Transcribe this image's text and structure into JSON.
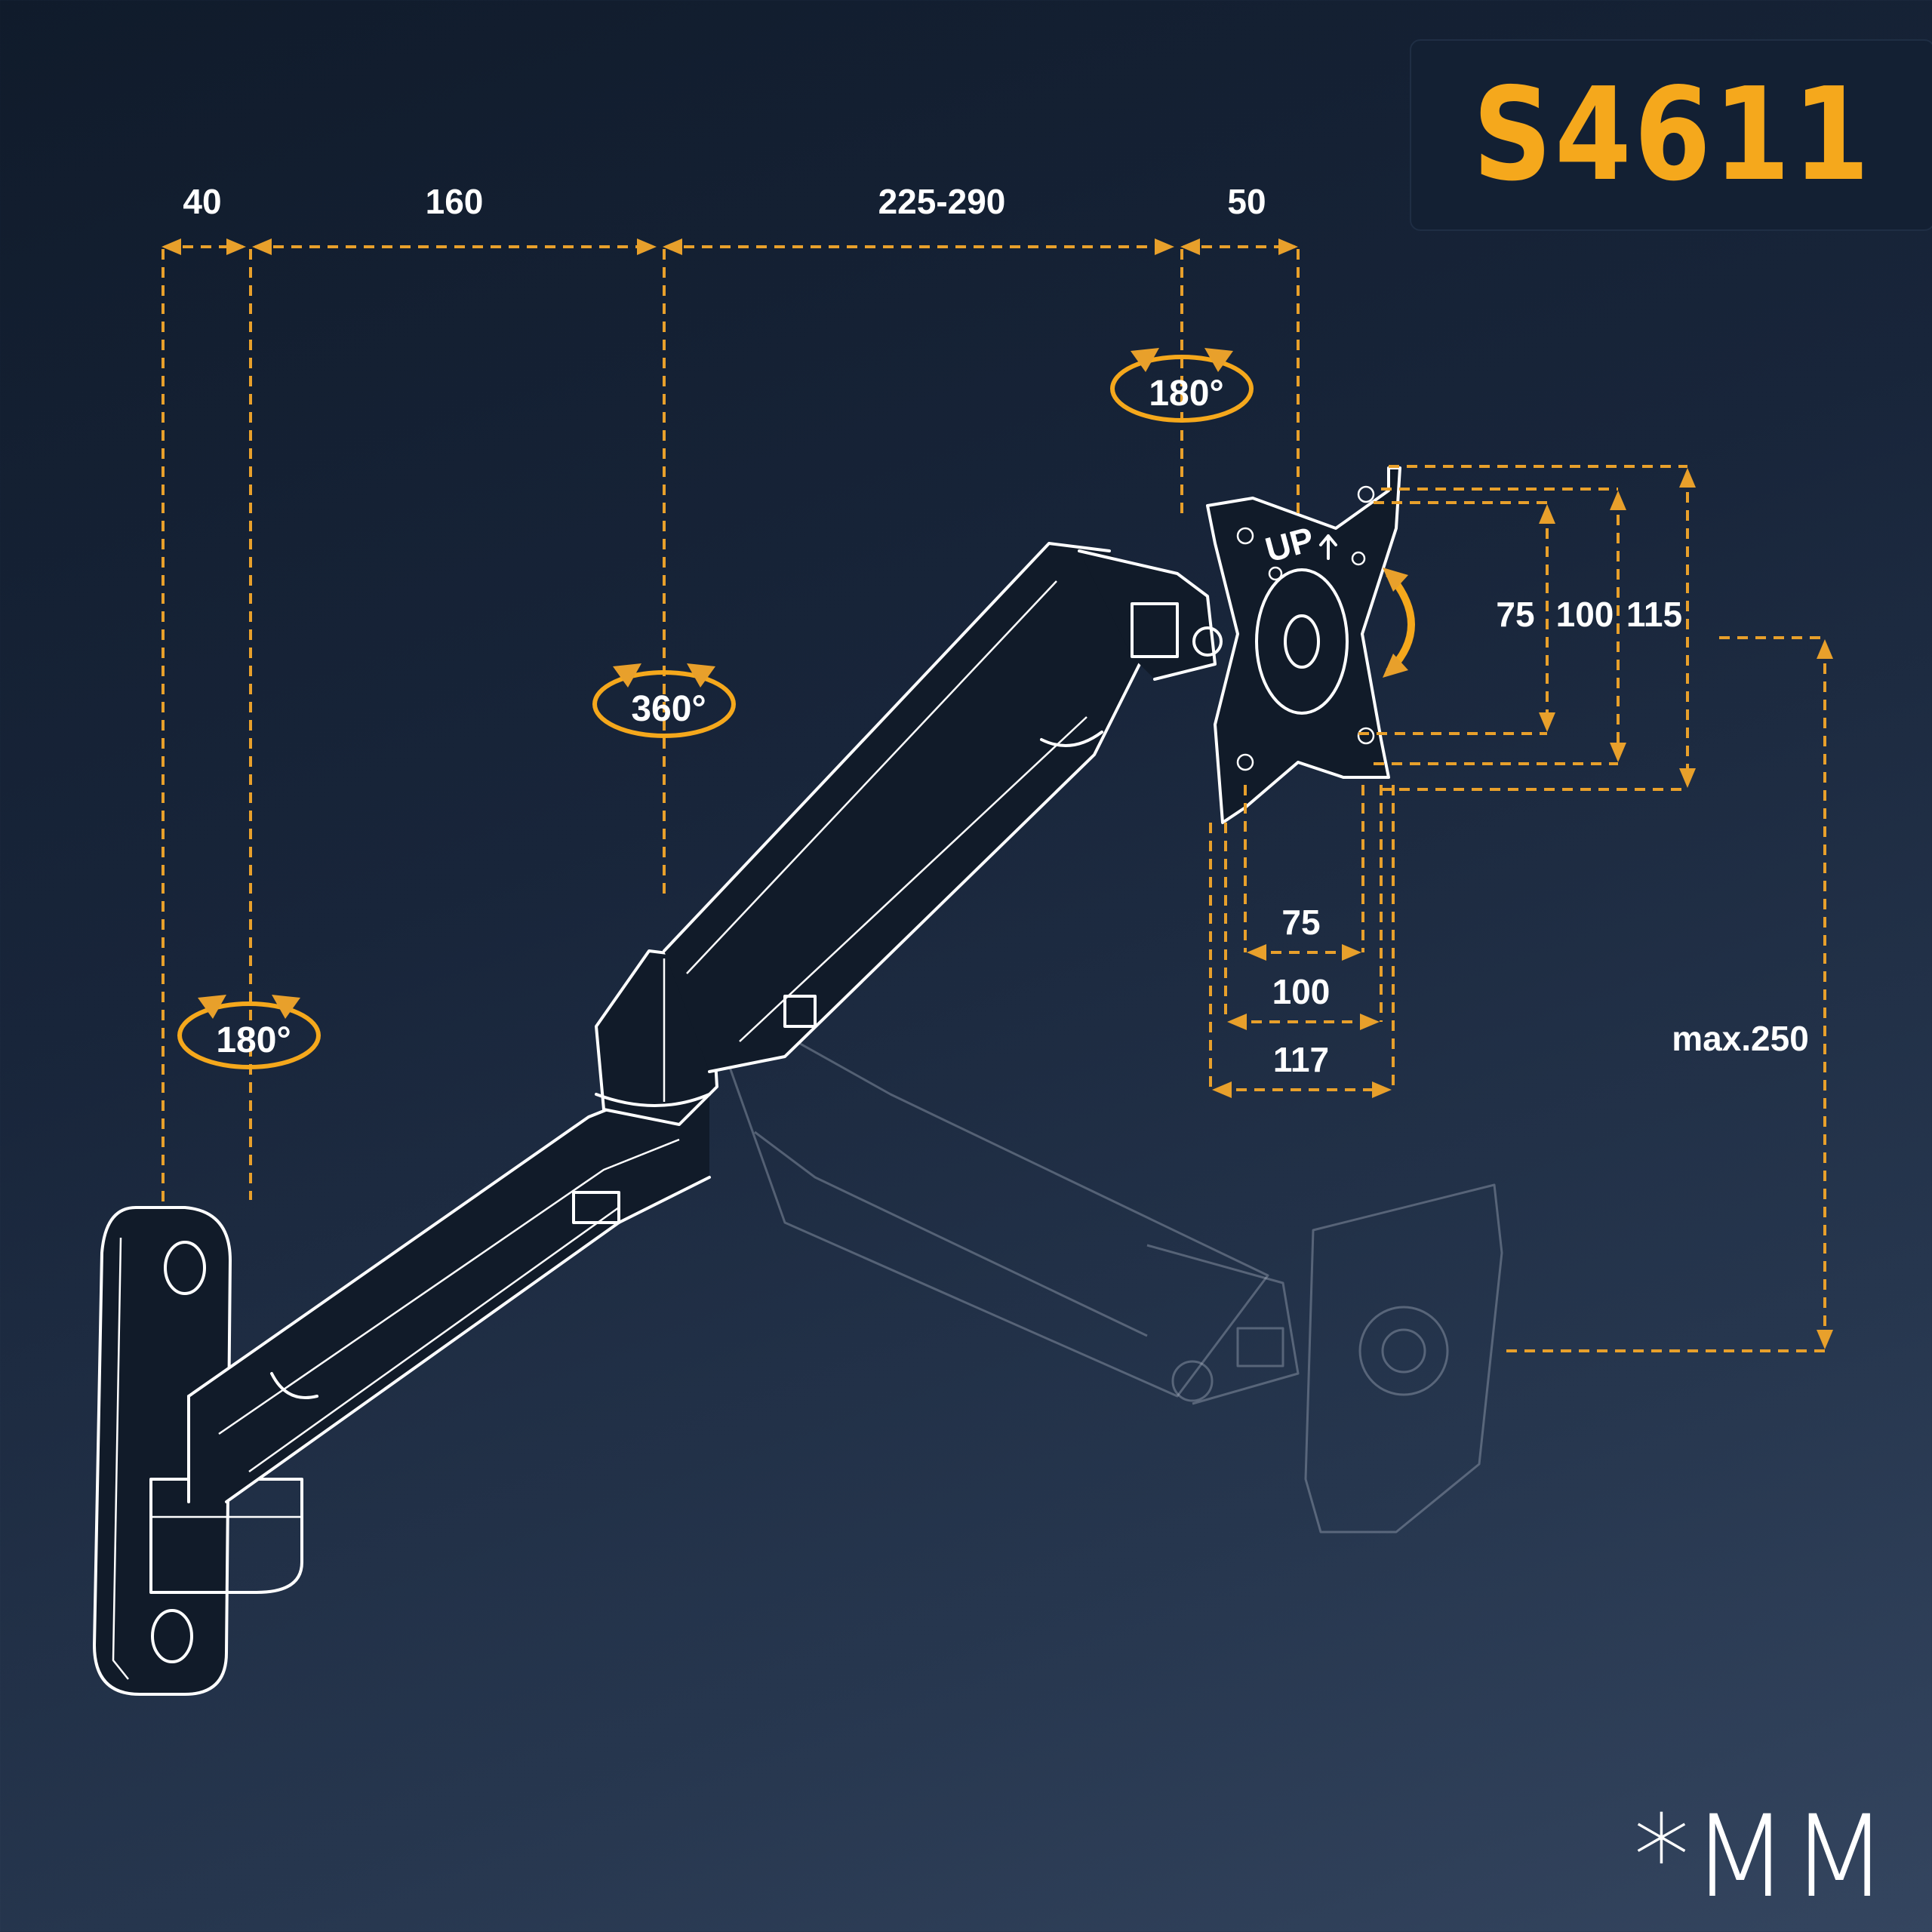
{
  "model": "S4611",
  "unit_mark": "*MM",
  "top_dimensions": [
    "40",
    "160",
    "225-290",
    "50"
  ],
  "rotation_labels": {
    "wall_pivot": "180°",
    "arm_pivot": "360°",
    "head_pivot": "180°"
  },
  "vesa_vertical": [
    "75",
    "100",
    "115"
  ],
  "vesa_horizontal": [
    "75",
    "100",
    "117"
  ],
  "height_adjust": "max.250",
  "plate_label": "UP",
  "colors": {
    "accent": "#f5a81c",
    "line": "#ffffff",
    "background": "#18253a"
  }
}
